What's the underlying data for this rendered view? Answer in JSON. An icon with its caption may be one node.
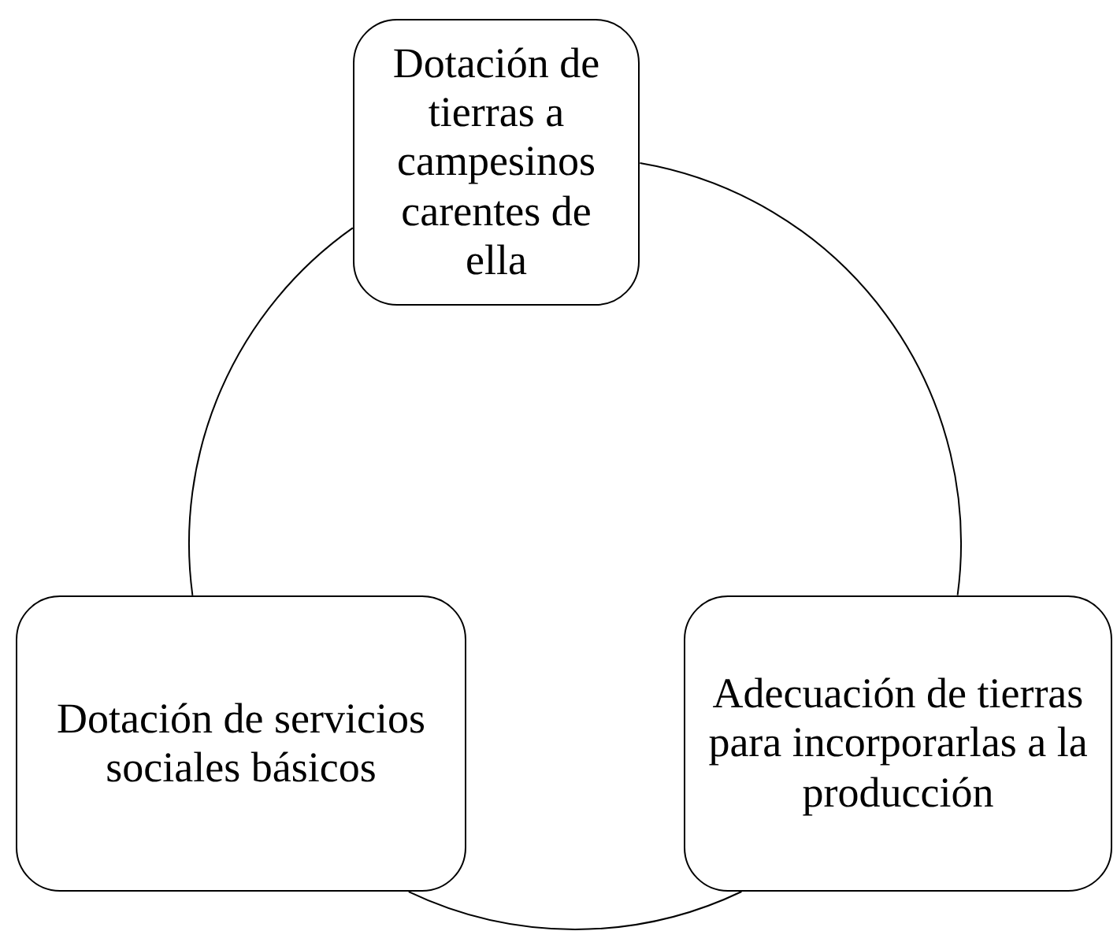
{
  "diagram": {
    "nodes": [
      {
        "text": [
          "Dotación de tierras a campesinos carentes de ella"
        ]
      },
      {
        "text": [
          "Dotación de servicios sociales básicos"
        ]
      },
      {
        "text": [
          "Adecuación de tierras para incorporarlas a la producción"
        ]
      }
    ],
    "edges": [
      {
        "from": 0,
        "to": 2,
        "arrow": "none"
      },
      {
        "from": 2,
        "to": 1,
        "arrow": "none"
      },
      {
        "from": 1,
        "to": 0,
        "arrow": "none"
      }
    ]
  }
}
